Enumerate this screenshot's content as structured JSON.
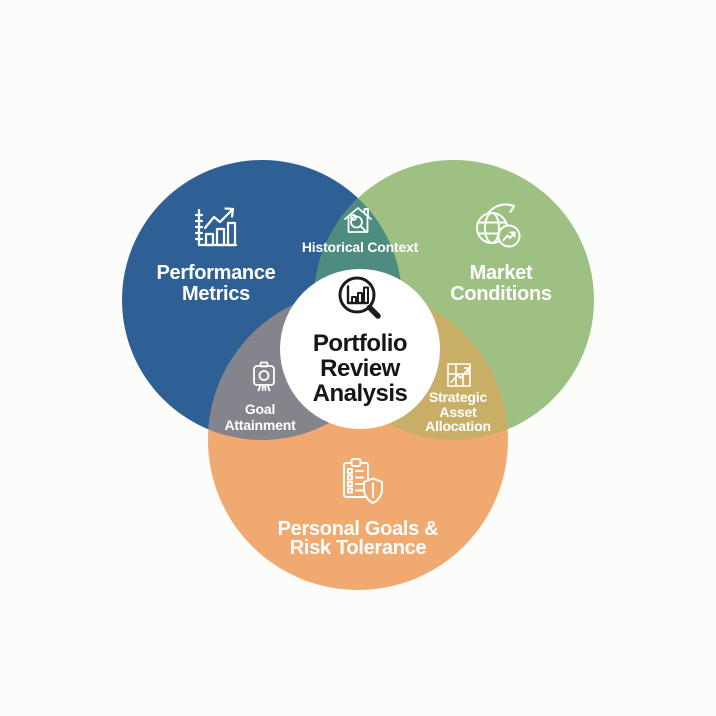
{
  "venn": {
    "center": {
      "label_lines": [
        "Portfolio",
        "Review",
        "Analysis"
      ],
      "icon": "magnifier-bar-chart-icon",
      "bg_color": "#ffffff",
      "text_color": "#161616",
      "stroke_color": "#1c1c1c"
    },
    "circles": [
      {
        "id": "performance",
        "label_lines": [
          "Performance",
          "Metrics"
        ],
        "icon": "bar-chart-trend-icon",
        "color": "#2e6095"
      },
      {
        "id": "market",
        "label_lines": [
          "Market",
          "Conditions"
        ],
        "icon": "globe-trend-icon",
        "color": "#9ec183"
      },
      {
        "id": "personal",
        "label_lines": [
          "Personal Goals &",
          "Risk Tolerance"
        ],
        "icon": "clipboard-shield-icon",
        "color": "#f0a96e"
      }
    ],
    "intersections": [
      {
        "id": "historical",
        "between": [
          "performance",
          "market"
        ],
        "label": "Historical Context",
        "icon": "house-magnifier-icon",
        "color": "#4f8c80"
      },
      {
        "id": "goal",
        "between": [
          "performance",
          "personal"
        ],
        "label_lines": [
          "Goal",
          "Attainment"
        ],
        "icon": "award-badge-icon",
        "color": "#84848c"
      },
      {
        "id": "strategic",
        "between": [
          "market",
          "personal"
        ],
        "label_lines": [
          "Strategic",
          "Asset",
          "Allocation"
        ],
        "icon": "grid-allocation-chart-icon",
        "color": "#c9ae66"
      }
    ],
    "label_text_color": "#ffffff"
  }
}
